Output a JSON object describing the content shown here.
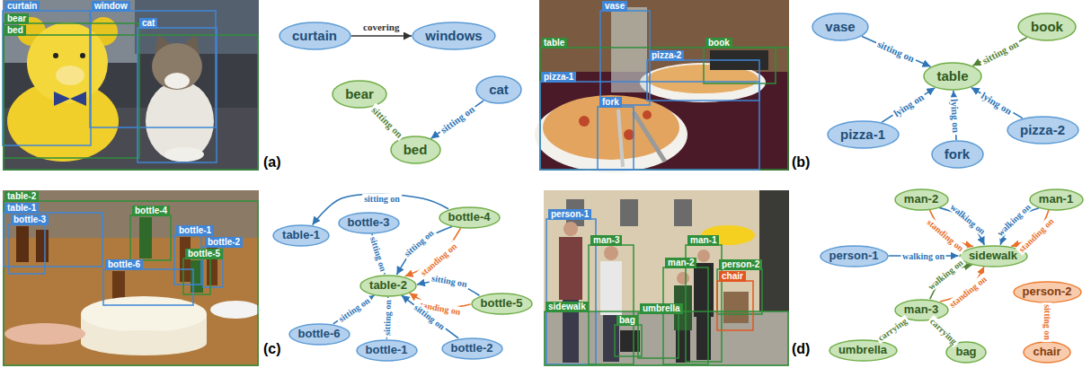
{
  "diagram": {
    "nodes": [
      {
        "text": [
          "curtain"
        ]
      },
      {
        "text": [
          "windows"
        ]
      },
      {
        "text": [
          "bear"
        ]
      },
      {
        "text": [
          "cat"
        ]
      },
      {
        "text": [
          "bed"
        ]
      },
      {
        "text": [
          "vase"
        ]
      },
      {
        "text": [
          "book"
        ]
      },
      {
        "text": [
          "table"
        ]
      },
      {
        "text": [
          "pizza-1"
        ]
      },
      {
        "text": [
          "pizza-2"
        ]
      },
      {
        "text": [
          "fork"
        ]
      },
      {
        "text": [
          "table-1"
        ]
      },
      {
        "text": [
          "bottle-3"
        ]
      },
      {
        "text": [
          "bottle-4"
        ]
      },
      {
        "text": [
          "table-2"
        ]
      },
      {
        "text": [
          "bottle-5"
        ]
      },
      {
        "text": [
          "bottle-6"
        ]
      },
      {
        "text": [
          "bottle-1"
        ]
      },
      {
        "text": [
          "bottle-2"
        ]
      },
      {
        "text": [
          "man-2"
        ]
      },
      {
        "text": [
          "man-1"
        ]
      },
      {
        "text": [
          "person-1"
        ]
      },
      {
        "text": [
          "sidewalk"
        ]
      },
      {
        "text": [
          "person-2"
        ]
      },
      {
        "text": [
          "man-3"
        ]
      },
      {
        "text": [
          "umbrella"
        ]
      },
      {
        "text": [
          "bag"
        ]
      },
      {
        "text": [
          "chair"
        ]
      }
    ],
    "edges": [
      {
        "from": 0,
        "to": 1,
        "arrow": "to",
        "label": "covering"
      },
      {
        "from": 2,
        "to": 4,
        "arrow": "to",
        "label": "sitting on"
      },
      {
        "from": 3,
        "to": 4,
        "arrow": "to",
        "label": "sitting on"
      },
      {
        "from": 5,
        "to": 7,
        "arrow": "to",
        "label": "sitting on"
      },
      {
        "from": 6,
        "to": 7,
        "arrow": "to",
        "label": "sitting on"
      },
      {
        "from": 8,
        "to": 7,
        "arrow": "to",
        "label": "lying on"
      },
      {
        "from": 10,
        "to": 7,
        "arrow": "to",
        "label": "lying on"
      },
      {
        "from": 9,
        "to": 7,
        "arrow": "to",
        "label": "lying on"
      },
      {
        "from": 13,
        "to": 11,
        "arrow": "to",
        "label": "sitting on"
      },
      {
        "from": 12,
        "to": 14,
        "arrow": "to",
        "label": "sitting on"
      },
      {
        "from": 13,
        "to": 14,
        "arrow": "to",
        "label": "standing on"
      },
      {
        "from": 13,
        "to": 14,
        "arrow": "to",
        "label": "sitting on"
      },
      {
        "from": 15,
        "to": 14,
        "arrow": "to",
        "label": "standing on"
      },
      {
        "from": 15,
        "to": 14,
        "arrow": "to",
        "label": "sitting on"
      },
      {
        "from": 16,
        "to": 14,
        "arrow": "to",
        "label": "sitting on"
      },
      {
        "from": 17,
        "to": 14,
        "arrow": "to",
        "label": "sitting on"
      },
      {
        "from": 18,
        "to": 14,
        "arrow": "to",
        "label": "sitting on"
      },
      {
        "from": 19,
        "to": 22,
        "arrow": "to",
        "label": "walking on"
      },
      {
        "from": 19,
        "to": 22,
        "arrow": "to",
        "label": "standing on"
      },
      {
        "from": 20,
        "to": 22,
        "arrow": "to",
        "label": "standing on"
      },
      {
        "from": 20,
        "to": 22,
        "arrow": "to",
        "label": "walking on"
      },
      {
        "from": 21,
        "to": 22,
        "arrow": "to",
        "label": "walking on"
      },
      {
        "from": 24,
        "to": 22,
        "arrow": "to",
        "label": "walking on"
      },
      {
        "from": 24,
        "to": 22,
        "arrow": "to",
        "label": "standing on"
      },
      {
        "from": 24,
        "to": 25,
        "arrow": "to",
        "label": "carrying"
      },
      {
        "from": 24,
        "to": 26,
        "arrow": "to",
        "label": "carrying"
      },
      {
        "from": 23,
        "to": 27,
        "arrow": "to",
        "label": "sitting on"
      }
    ],
    "labels": [
      "(a)",
      "curtain",
      "window",
      "bear",
      "bed",
      "cat",
      "(b)",
      "vase",
      "table",
      "book",
      "pizza-2",
      "pizza-1",
      "fork",
      "(c)",
      "table-2",
      "table-1",
      "bottle-3",
      "bottle-4",
      "bottle-1",
      "bottle-2",
      "bottle-5",
      "bottle-6",
      "(d)",
      "person-1",
      "man-3",
      "man-1",
      "man-2",
      "person-2",
      "chair",
      "sidewalk",
      "bag",
      "umbrella"
    ]
  }
}
